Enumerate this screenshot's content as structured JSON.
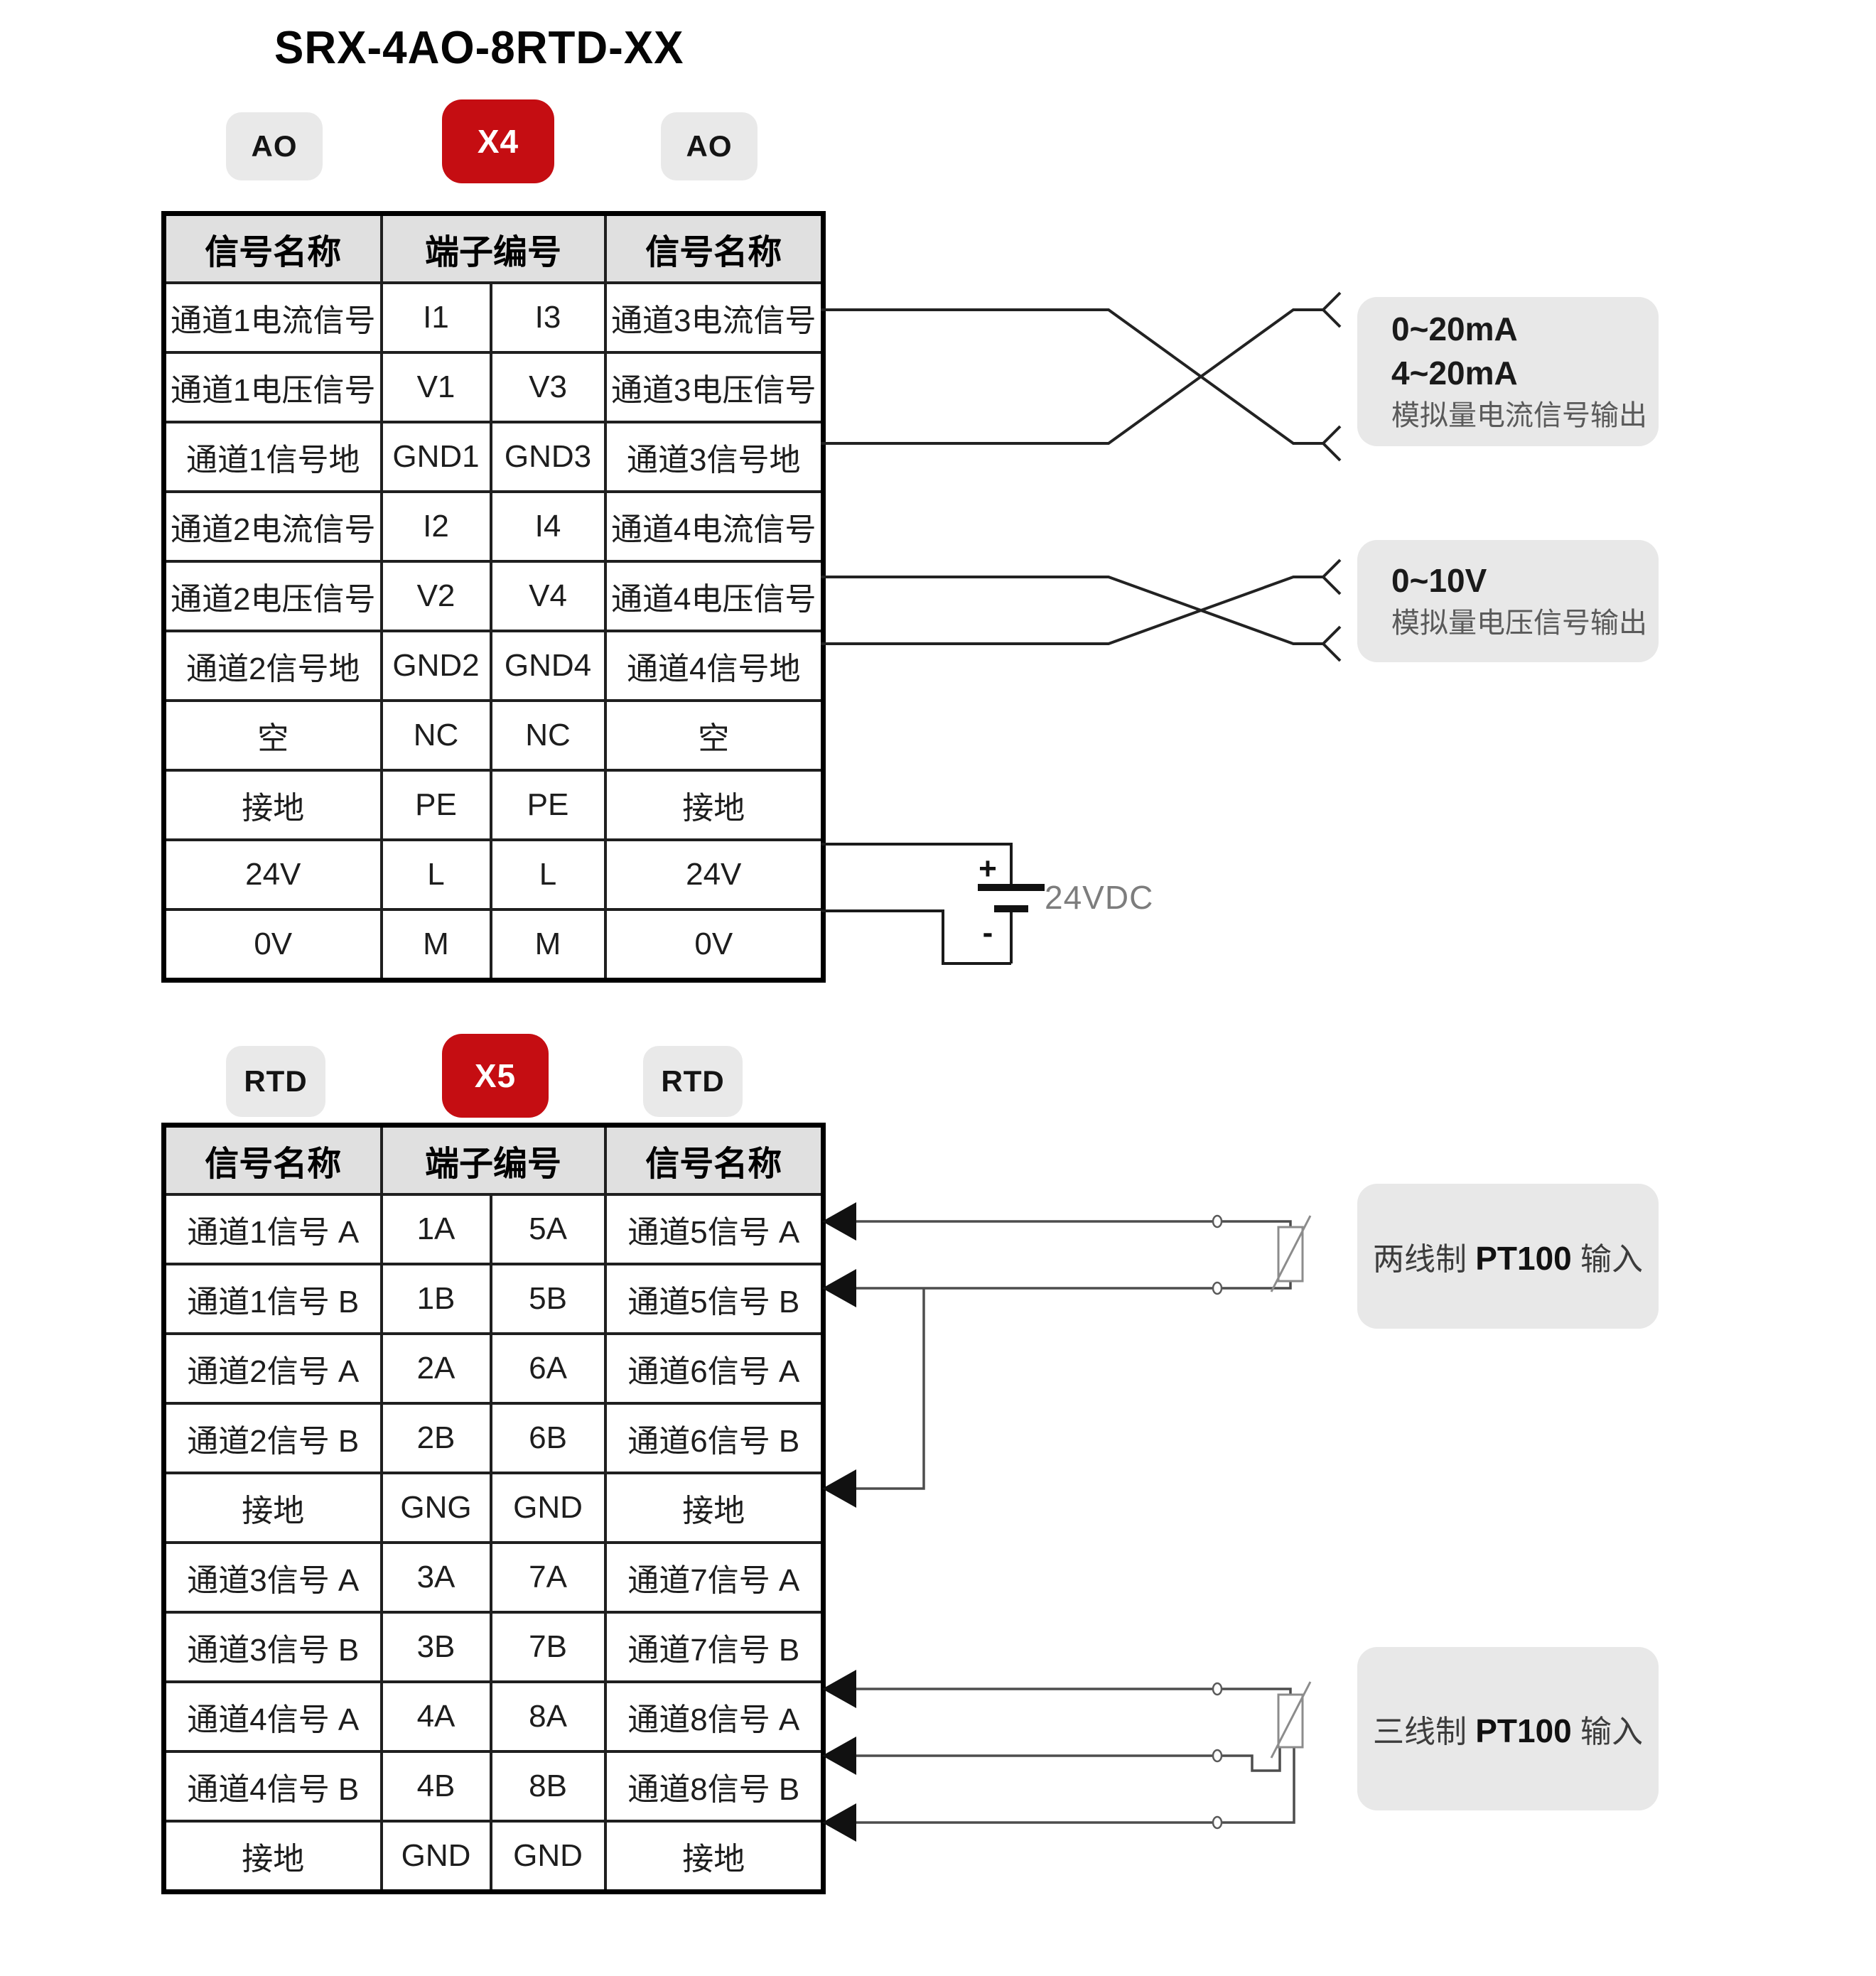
{
  "title": "SRX-4AO-8RTD-XX",
  "colors": {
    "accent_red": "#c50d12",
    "badge_gray": "#e9e9e9",
    "header_gray": "#e0e0e0",
    "box_gray": "#e8e8e8",
    "wire_dark": "#222222",
    "wire_gray": "#4d4d4d"
  },
  "ao_section": {
    "badges": {
      "left": "AO",
      "center": "X4",
      "right": "AO"
    },
    "table": {
      "header_signal_left": "信号名称",
      "header_terminal": "端子编号",
      "header_signal_right": "信号名称",
      "rows": [
        [
          "通道1电流信号",
          "I1",
          "I3",
          "通道3电流信号"
        ],
        [
          "通道1电压信号",
          "V1",
          "V3",
          "通道3电压信号"
        ],
        [
          "通道1信号地",
          "GND1",
          "GND3",
          "通道3信号地"
        ],
        [
          "通道2电流信号",
          "I2",
          "I4",
          "通道4电流信号"
        ],
        [
          "通道2电压信号",
          "V2",
          "V4",
          "通道4电压信号"
        ],
        [
          "通道2信号地",
          "GND2",
          "GND4",
          "通道4信号地"
        ],
        [
          "空",
          "NC",
          "NC",
          "空"
        ],
        [
          "接地",
          "PE",
          "PE",
          "接地"
        ],
        [
          "24V",
          "L",
          "L",
          "24V"
        ],
        [
          "0V",
          "M",
          "M",
          "0V"
        ]
      ]
    },
    "current_output_note": {
      "line1": "0~20mA",
      "line2": "4~20mA",
      "line3": "模拟量电流信号输出"
    },
    "voltage_output_note": {
      "line1": "0~10V",
      "line2": "模拟量电压信号输出"
    },
    "power_note": {
      "plus": "+",
      "minus": "-",
      "label": "24VDC"
    }
  },
  "rtd_section": {
    "badges": {
      "left": "RTD",
      "center": "X5",
      "right": "RTD"
    },
    "table": {
      "header_signal_left": "信号名称",
      "header_terminal": "端子编号",
      "header_signal_right": "信号名称",
      "rows": [
        [
          "通道1信号 A",
          "1A",
          "5A",
          "通道5信号 A"
        ],
        [
          "通道1信号 B",
          "1B",
          "5B",
          "通道5信号 B"
        ],
        [
          "通道2信号 A",
          "2A",
          "6A",
          "通道6信号 A"
        ],
        [
          "通道2信号 B",
          "2B",
          "6B",
          "通道6信号 B"
        ],
        [
          "接地",
          "GNG",
          "GND",
          "接地"
        ],
        [
          "通道3信号 A",
          "3A",
          "7A",
          "通道7信号 A"
        ],
        [
          "通道3信号 B",
          "3B",
          "7B",
          "通道7信号 B"
        ],
        [
          "通道4信号 A",
          "4A",
          "8A",
          "通道8信号 A"
        ],
        [
          "通道4信号 B",
          "4B",
          "8B",
          "通道8信号 B"
        ],
        [
          "接地",
          "GND",
          "GND",
          "接地"
        ]
      ]
    },
    "two_wire_note": {
      "prefix": "两线制 ",
      "bold": "PT100",
      "suffix": " 输入"
    },
    "three_wire_note": {
      "prefix": "三线制 ",
      "bold": "PT100",
      "suffix": " 输入"
    }
  }
}
